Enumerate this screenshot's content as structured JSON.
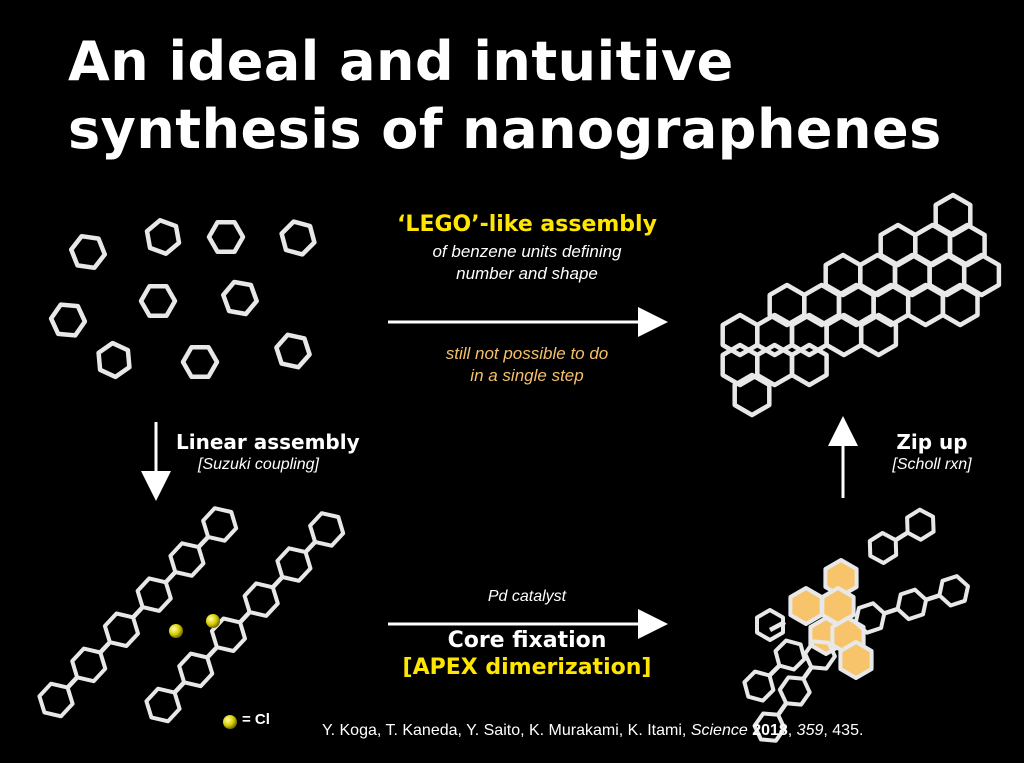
{
  "title": "An ideal and intuitive synthesis of nanographenes",
  "lego": {
    "heading": "‘LEGO’-like assembly",
    "line1": "of benzene units defining",
    "line2": "number and shape",
    "note1": "still not possible to do",
    "note2": "in a single step"
  },
  "linear": {
    "heading": "Linear assembly",
    "sub": "[Suzuki coupling]"
  },
  "zip": {
    "heading": "Zip up",
    "sub": "[Scholl rxn]"
  },
  "core": {
    "pd": "Pd catalyst",
    "fixation": "Core fixation",
    "apex": "[APEX dimerization]"
  },
  "legend": {
    "cl": "= Cl"
  },
  "citation": {
    "authors": "Y. Koga, T. Kaneda, Y. Saito, K. Murakami, K. Itami,",
    "journal": "Science",
    "year": "2018",
    "volume": "359",
    "pages": ", 435."
  },
  "colors": {
    "accent_yellow": "#ffe600",
    "note_orange": "#f4c06a",
    "ring_fill": "#f7c46b",
    "ring_stroke": "#e8e8e8"
  }
}
